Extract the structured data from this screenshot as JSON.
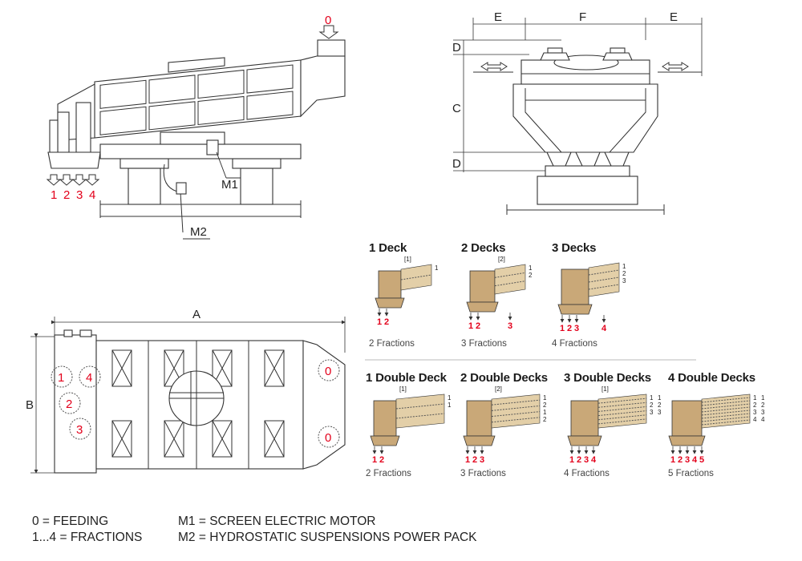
{
  "side_view": {
    "feed_label": "0",
    "outlets": [
      "1",
      "2",
      "3",
      "4"
    ],
    "motor_label": "M1",
    "power_pack_label": "M2"
  },
  "front_view": {
    "dims": {
      "e_left": "E",
      "f": "F",
      "e_right": "E",
      "d_top": "D",
      "c": "C",
      "d_bottom": "D"
    }
  },
  "plan_view": {
    "dim_a": "A",
    "dim_b": "B",
    "feed": [
      "0",
      "0"
    ],
    "outlets": [
      "1",
      "4",
      "2",
      "3"
    ]
  },
  "decks": [
    {
      "title": "1 Deck",
      "fractions": "2 Fractions",
      "ref": "[1]",
      "levels": [
        "1"
      ],
      "outlets": [
        "1",
        "2"
      ]
    },
    {
      "title": "2 Decks",
      "fractions": "3 Fractions",
      "ref": "[2]",
      "levels": [
        "1",
        "2"
      ],
      "outlets": [
        "1",
        "2",
        "3"
      ]
    },
    {
      "title": "3 Decks",
      "fractions": "4 Fractions",
      "ref": "",
      "levels": [
        "1",
        "2",
        "3"
      ],
      "outlets": [
        "1",
        "2",
        "3",
        "4"
      ]
    }
  ],
  "double_decks": [
    {
      "title": "1 Double Deck",
      "fractions": "2 Fractions",
      "ref": "[1]",
      "levels": [
        "1",
        "1"
      ],
      "outlets": [
        "1",
        "2"
      ]
    },
    {
      "title": "2 Double Decks",
      "fractions": "3 Fractions",
      "ref": "[2]",
      "levels": [
        "1",
        "2",
        "1",
        "2"
      ],
      "outlets": [
        "1",
        "2",
        "3"
      ]
    },
    {
      "title": "3 Double Decks",
      "fractions": "4 Fractions",
      "ref": "[1]",
      "levels": [
        "1",
        "2",
        "3",
        "1",
        "2",
        "3"
      ],
      "outlets": [
        "1",
        "2",
        "3",
        "4"
      ]
    },
    {
      "title": "4 Double Decks",
      "fractions": "5 Fractions",
      "ref": "",
      "levels": [
        "1",
        "2",
        "3",
        "4",
        "1",
        "2",
        "3",
        "4"
      ],
      "outlets": [
        "1",
        "2",
        "3",
        "4",
        "5"
      ]
    }
  ],
  "legend": [
    {
      "key": "0 = FEEDING"
    },
    {
      "key": "1...4 = FRACTIONS"
    },
    {
      "key": "M1 = SCREEN ELECTRIC MOTOR"
    },
    {
      "key": "M2 = HYDROSTATIC SUSPENSIONS POWER PACK"
    }
  ]
}
